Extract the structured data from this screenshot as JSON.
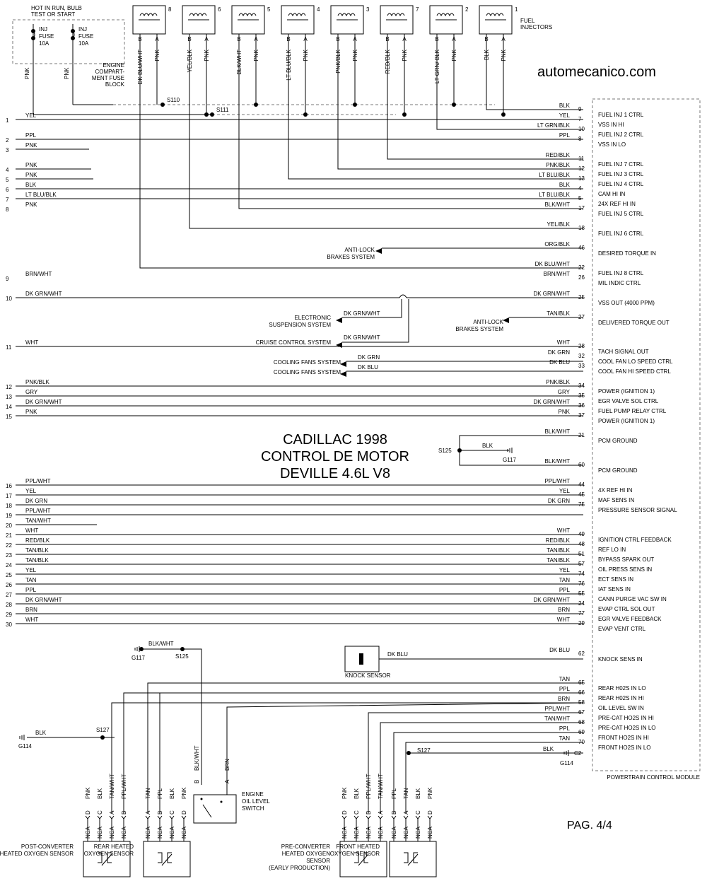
{
  "website": "automecanico.com",
  "title": [
    "CADILLAC 1998",
    "CONTROL DE MOTOR",
    "DEVILLE 4.6L V8"
  ],
  "page": "PAG. 4/4",
  "fuse_block": {
    "hot_text": [
      "HOT IN RUN, BULB",
      "TEST OR START"
    ],
    "fuses": [
      {
        "text": [
          "INJ",
          "FUSE",
          "10A"
        ],
        "wire": "PNK"
      },
      {
        "text": [
          "INJ",
          "FUSE",
          "10A"
        ],
        "wire": "PNK"
      }
    ],
    "label": [
      "ENGINE",
      "COMPART-",
      "MENT FUSE",
      "BLOCK"
    ]
  },
  "injector_label": [
    "FUEL",
    "INJECTORS"
  ],
  "injectors": [
    {
      "num": "8",
      "a": "PNK",
      "b": "DK BLU/WHT"
    },
    {
      "num": "6",
      "a": "PNK",
      "b": "YEL/BLK"
    },
    {
      "num": "5",
      "a": "PNK",
      "b": "BLK/WHT"
    },
    {
      "num": "4",
      "a": "PNK",
      "b": "LT BLU/BLK"
    },
    {
      "num": "3",
      "a": "PNK",
      "b": "PNK/BLK"
    },
    {
      "num": "7",
      "a": "PNK",
      "b": "RED/BLK"
    },
    {
      "num": "2",
      "a": "PNK",
      "b": "LT GRN/ BLK"
    },
    {
      "num": "1",
      "a": "PNK",
      "b": "BLK"
    }
  ],
  "splices": [
    "S110",
    "S111",
    "S125",
    "S127",
    "S127",
    "S125"
  ],
  "grounds": [
    "G117",
    "G117",
    "G114",
    "G114"
  ],
  "connector_c2": "C2",
  "pcm_label": "POWERTRAIN CONTROL MODULE",
  "pcm_rows": [
    {
      "wire": "BLK",
      "pin": "9",
      "label": "FUEL INJ 1 CTRL"
    },
    {
      "wire": "YEL",
      "pin": "7",
      "label": "VSS IN HI"
    },
    {
      "wire": "LT GRN/BLK",
      "pin": "10",
      "label": "FUEL INJ 2 CTRL"
    },
    {
      "wire": "PPL",
      "pin": "8",
      "label": "VSS IN LO"
    },
    {
      "wire": "RED/BLK",
      "pin": "11",
      "label": "FUEL INJ 7 CTRL"
    },
    {
      "wire": "PNK/BLK",
      "pin": "12",
      "label": "FUEL INJ 3 CTRL"
    },
    {
      "wire": "LT BLU/BLK",
      "pin": "13",
      "label": "FUEL INJ 4 CTRL"
    },
    {
      "wire": "BLK",
      "pin": "4",
      "label": "CAM HI IN"
    },
    {
      "wire": "LT BLU/BLK",
      "pin": "5",
      "label": "24X REF HI IN"
    },
    {
      "wire": "BLK/WHT",
      "pin": "17",
      "label": "FUEL INJ 5 CTRL"
    },
    {
      "wire": "YEL/BLK",
      "pin": "18",
      "label": "FUEL INJ 6 CTRL"
    },
    {
      "wire": "ORG/BLK",
      "pin": "46",
      "label": "DESIRED TORQUE IN"
    },
    {
      "wire": "DK BLU/WHT",
      "pin": "22",
      "label": "FUEL INJ 8 CTRL"
    },
    {
      "wire": "BRN/WHT",
      "pin": "26",
      "label": "MIL INDIC CTRL"
    },
    {
      "wire": "DK GRN/WHT",
      "pin": "25",
      "label": "VSS OUT (4000 PPM)"
    },
    {
      "wire": "TAN/BLK",
      "pin": "27",
      "label": "DELIVERED TORQUE OUT"
    },
    {
      "wire": "WHT",
      "pin": "28",
      "label": "TACH SIGNAL OUT"
    },
    {
      "wire": "DK GRN",
      "pin": "32",
      "label": "COOL FAN LO SPEED CTRL"
    },
    {
      "wire": "DK BLU",
      "pin": "33",
      "label": "COOL FAN HI SPEED CTRL"
    },
    {
      "wire": "PNK/BLK",
      "pin": "34",
      "label": "POWER (IGNITION 1)"
    },
    {
      "wire": "GRY",
      "pin": "35",
      "label": "EGR VALVE SOL CTRL"
    },
    {
      "wire": "DK GRN/WHT",
      "pin": "36",
      "label": "FUEL PUMP RELAY CTRL"
    },
    {
      "wire": "PNK",
      "pin": "37",
      "label": "POWER (IGNITION 1)"
    },
    {
      "wire": "BLK/WHT",
      "pin": "21",
      "label": "PCM GROUND"
    },
    {
      "wire": "BLK/WHT",
      "pin": "60",
      "label": "PCM GROUND"
    },
    {
      "wire": "PPL/WHT",
      "pin": "44",
      "label": "4X REF HI IN"
    },
    {
      "wire": "YEL",
      "pin": "45",
      "label": "MAF SENS IN"
    },
    {
      "wire": "DK GRN",
      "pin": "75",
      "label": "PRESSURE SENSOR SIGNAL"
    },
    {
      "wire": "WHT",
      "pin": "49",
      "label": "IGNITION CTRL FEEDBACK"
    },
    {
      "wire": "RED/BLK",
      "pin": "48",
      "label": "REF LO IN"
    },
    {
      "wire": "TAN/BLK",
      "pin": "51",
      "label": "BYPASS SPARK OUT"
    },
    {
      "wire": "TAN/BLK",
      "pin": "57",
      "label": "OIL PRESS SENS IN"
    },
    {
      "wire": "YEL",
      "pin": "74",
      "label": "ECT SENS IN"
    },
    {
      "wire": "TAN",
      "pin": "76",
      "label": "IAT SENS IN"
    },
    {
      "wire": "PPL",
      "pin": "55",
      "label": "CANN PURGE VAC SW IN"
    },
    {
      "wire": "DK GRN/WHT",
      "pin": "24",
      "label": "EVAP CTRL SOL OUT"
    },
    {
      "wire": "BRN",
      "pin": "77",
      "label": "EGR VALVE FEEDBACK"
    },
    {
      "wire": "WHT",
      "pin": "29",
      "label": "EVAP VENT CTRL"
    },
    {
      "wire": "DK BLU",
      "pin": "62",
      "label": "KNOCK SENS IN"
    },
    {
      "wire": "TAN",
      "pin": "65",
      "label": "REAR H02S IN LO"
    },
    {
      "wire": "PPL",
      "pin": "66",
      "label": "REAR H02S IN HI"
    },
    {
      "wire": "BRN",
      "pin": "58",
      "label": "OIL LEVEL SW IN"
    },
    {
      "wire": "PPL/WHT",
      "pin": "67",
      "label": "PRE-CAT HO2S IN HI"
    },
    {
      "wire": "TAN/WHT",
      "pin": "68",
      "label": "PRE-CAT HO2S IN LO"
    },
    {
      "wire": "PPL",
      "pin": "69",
      "label": "FRONT HO2S IN HI"
    },
    {
      "wire": "TAN",
      "pin": "70",
      "label": "FRONT HO2S IN LO"
    },
    {
      "wire": "BLK",
      "pin": "",
      "label": ""
    }
  ],
  "left_rows": [
    {
      "num": "1",
      "wire": "YEL"
    },
    {
      "num": "2",
      "wire": "PPL"
    },
    {
      "num": "3",
      "wire": "PNK"
    },
    {
      "num": "4",
      "wire": "PNK"
    },
    {
      "num": "5",
      "wire": "PNK"
    },
    {
      "num": "6",
      "wire": "BLK"
    },
    {
      "num": "7",
      "wire": "LT BLU/BLK"
    },
    {
      "num": "8",
      "wire": "PNK"
    },
    {
      "num": "9",
      "wire": "BRN/WHT"
    },
    {
      "num": "10",
      "wire": "DK GRN/WHT"
    },
    {
      "num": "11",
      "wire": "WHT"
    },
    {
      "num": "12",
      "wire": "PNK/BLK"
    },
    {
      "num": "13",
      "wire": "GRY"
    },
    {
      "num": "14",
      "wire": "DK GRN/WHT"
    },
    {
      "num": "15",
      "wire": "PNK"
    },
    {
      "num": "16",
      "wire": "PPL/WHT"
    },
    {
      "num": "17",
      "wire": "YEL"
    },
    {
      "num": "18",
      "wire": "DK GRN"
    },
    {
      "num": "19",
      "wire": "PPL/WHT"
    },
    {
      "num": "20",
      "wire": "TAN/WHT"
    },
    {
      "num": "21",
      "wire": "WHT"
    },
    {
      "num": "22",
      "wire": "RED/BLK"
    },
    {
      "num": "23",
      "wire": "TAN/BLK"
    },
    {
      "num": "24",
      "wire": "TAN/BLK"
    },
    {
      "num": "25",
      "wire": "YEL"
    },
    {
      "num": "26",
      "wire": "TAN"
    },
    {
      "num": "27",
      "wire": "PPL"
    },
    {
      "num": "28",
      "wire": "DK GRN/WHT"
    },
    {
      "num": "29",
      "wire": "BRN"
    },
    {
      "num": "30",
      "wire": "WHT"
    }
  ],
  "external": {
    "abs1": [
      "ANTI-LOCK",
      "BRAKES SYSTEM"
    ],
    "abs2": [
      "ANTI-LOCK",
      "BRAKES SYSTEM"
    ],
    "ess": [
      "ELECTRONIC",
      "SUSPENSION SYSTEM"
    ],
    "cruise": "CRUISE CONTROL SYSTEM",
    "fans1": "COOLING FANS SYSTEM",
    "fans2": "COOLING FANS SYSTEM",
    "ess_wire": "DK GRN/WHT",
    "cruise_wire": "DK GRN/WHT",
    "fan1_wire": "DK GRN",
    "fan2_wire": "DK BLU"
  },
  "knock": {
    "label": "KNOCK SENSOR",
    "wire": "DK BLU"
  },
  "oil_level": {
    "label": [
      "ENGINE",
      "OIL LEVEL",
      "SWITCH"
    ],
    "wire_b": "BLK/WHT",
    "wire_a": "BRN",
    "pin_b": "B",
    "pin_a": "A"
  },
  "ground_wires": [
    "BLK/WHT",
    "BLK",
    "BLK",
    "BLK"
  ],
  "sensors": [
    {
      "label": [
        "POST-CONVERTER",
        "HEATED OXYGEN SENSOR"
      ],
      "wires": [
        "PNK",
        "BLK",
        "TAN/WHT",
        "PPL/WHT"
      ],
      "pins": [
        "D",
        "C",
        "A",
        "B"
      ]
    },
    {
      "label": [
        "REAR HEATED",
        "OXYGEN SENSOR"
      ],
      "wires": [
        "TAN",
        "PPL",
        "BLK",
        "PNK"
      ],
      "pins": [
        "A",
        "B",
        "C",
        "D"
      ]
    },
    {
      "label": [
        "PRE-CONVERTER",
        "HEATED OXYGEN",
        "SENSOR",
        "(EARLY PRODUCTION)"
      ],
      "wires": [
        "PNK",
        "BLK",
        "PPL/WHT",
        "TAN/WHT"
      ],
      "pins": [
        "D",
        "C",
        "B",
        "A"
      ]
    },
    {
      "label": [
        "FRONT HEATED",
        "OXYGEN SENSOR"
      ],
      "wires": [
        "PPL",
        "TAN",
        "BLK",
        "PNK"
      ],
      "pins": [
        "B",
        "A",
        "C",
        "D"
      ]
    }
  ],
  "nca": "NCA"
}
